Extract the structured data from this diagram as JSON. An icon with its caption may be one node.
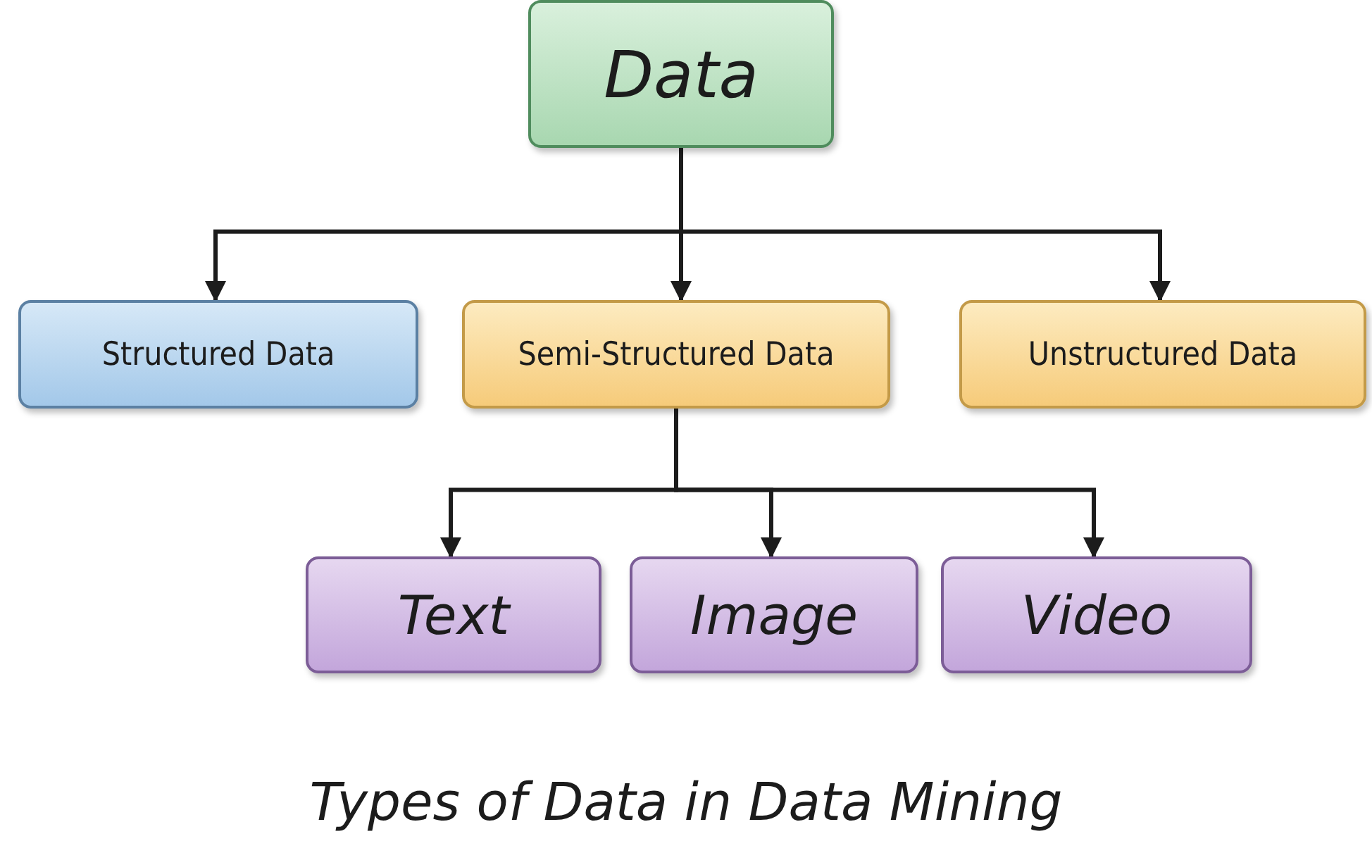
{
  "diagram": {
    "caption": "Types of Data in Data Mining",
    "nodes": [
      {
        "text": [
          "Data"
        ]
      },
      {
        "text": [
          "Structured Data"
        ]
      },
      {
        "text": [
          "Semi-Structured Data"
        ]
      },
      {
        "text": [
          "Unstructured Data"
        ]
      },
      {
        "text": [
          "Text"
        ]
      },
      {
        "text": [
          "Image"
        ]
      },
      {
        "text": [
          "Video"
        ]
      }
    ],
    "edges": [
      {
        "from": 0,
        "to": 1,
        "arrow": "to"
      },
      {
        "from": 0,
        "to": 2,
        "arrow": "to"
      },
      {
        "from": 0,
        "to": 3,
        "arrow": "to"
      },
      {
        "from": 2,
        "to": 4,
        "arrow": "to"
      },
      {
        "from": 2,
        "to": 5,
        "arrow": "to"
      },
      {
        "from": 2,
        "to": 6,
        "arrow": "to"
      }
    ]
  }
}
